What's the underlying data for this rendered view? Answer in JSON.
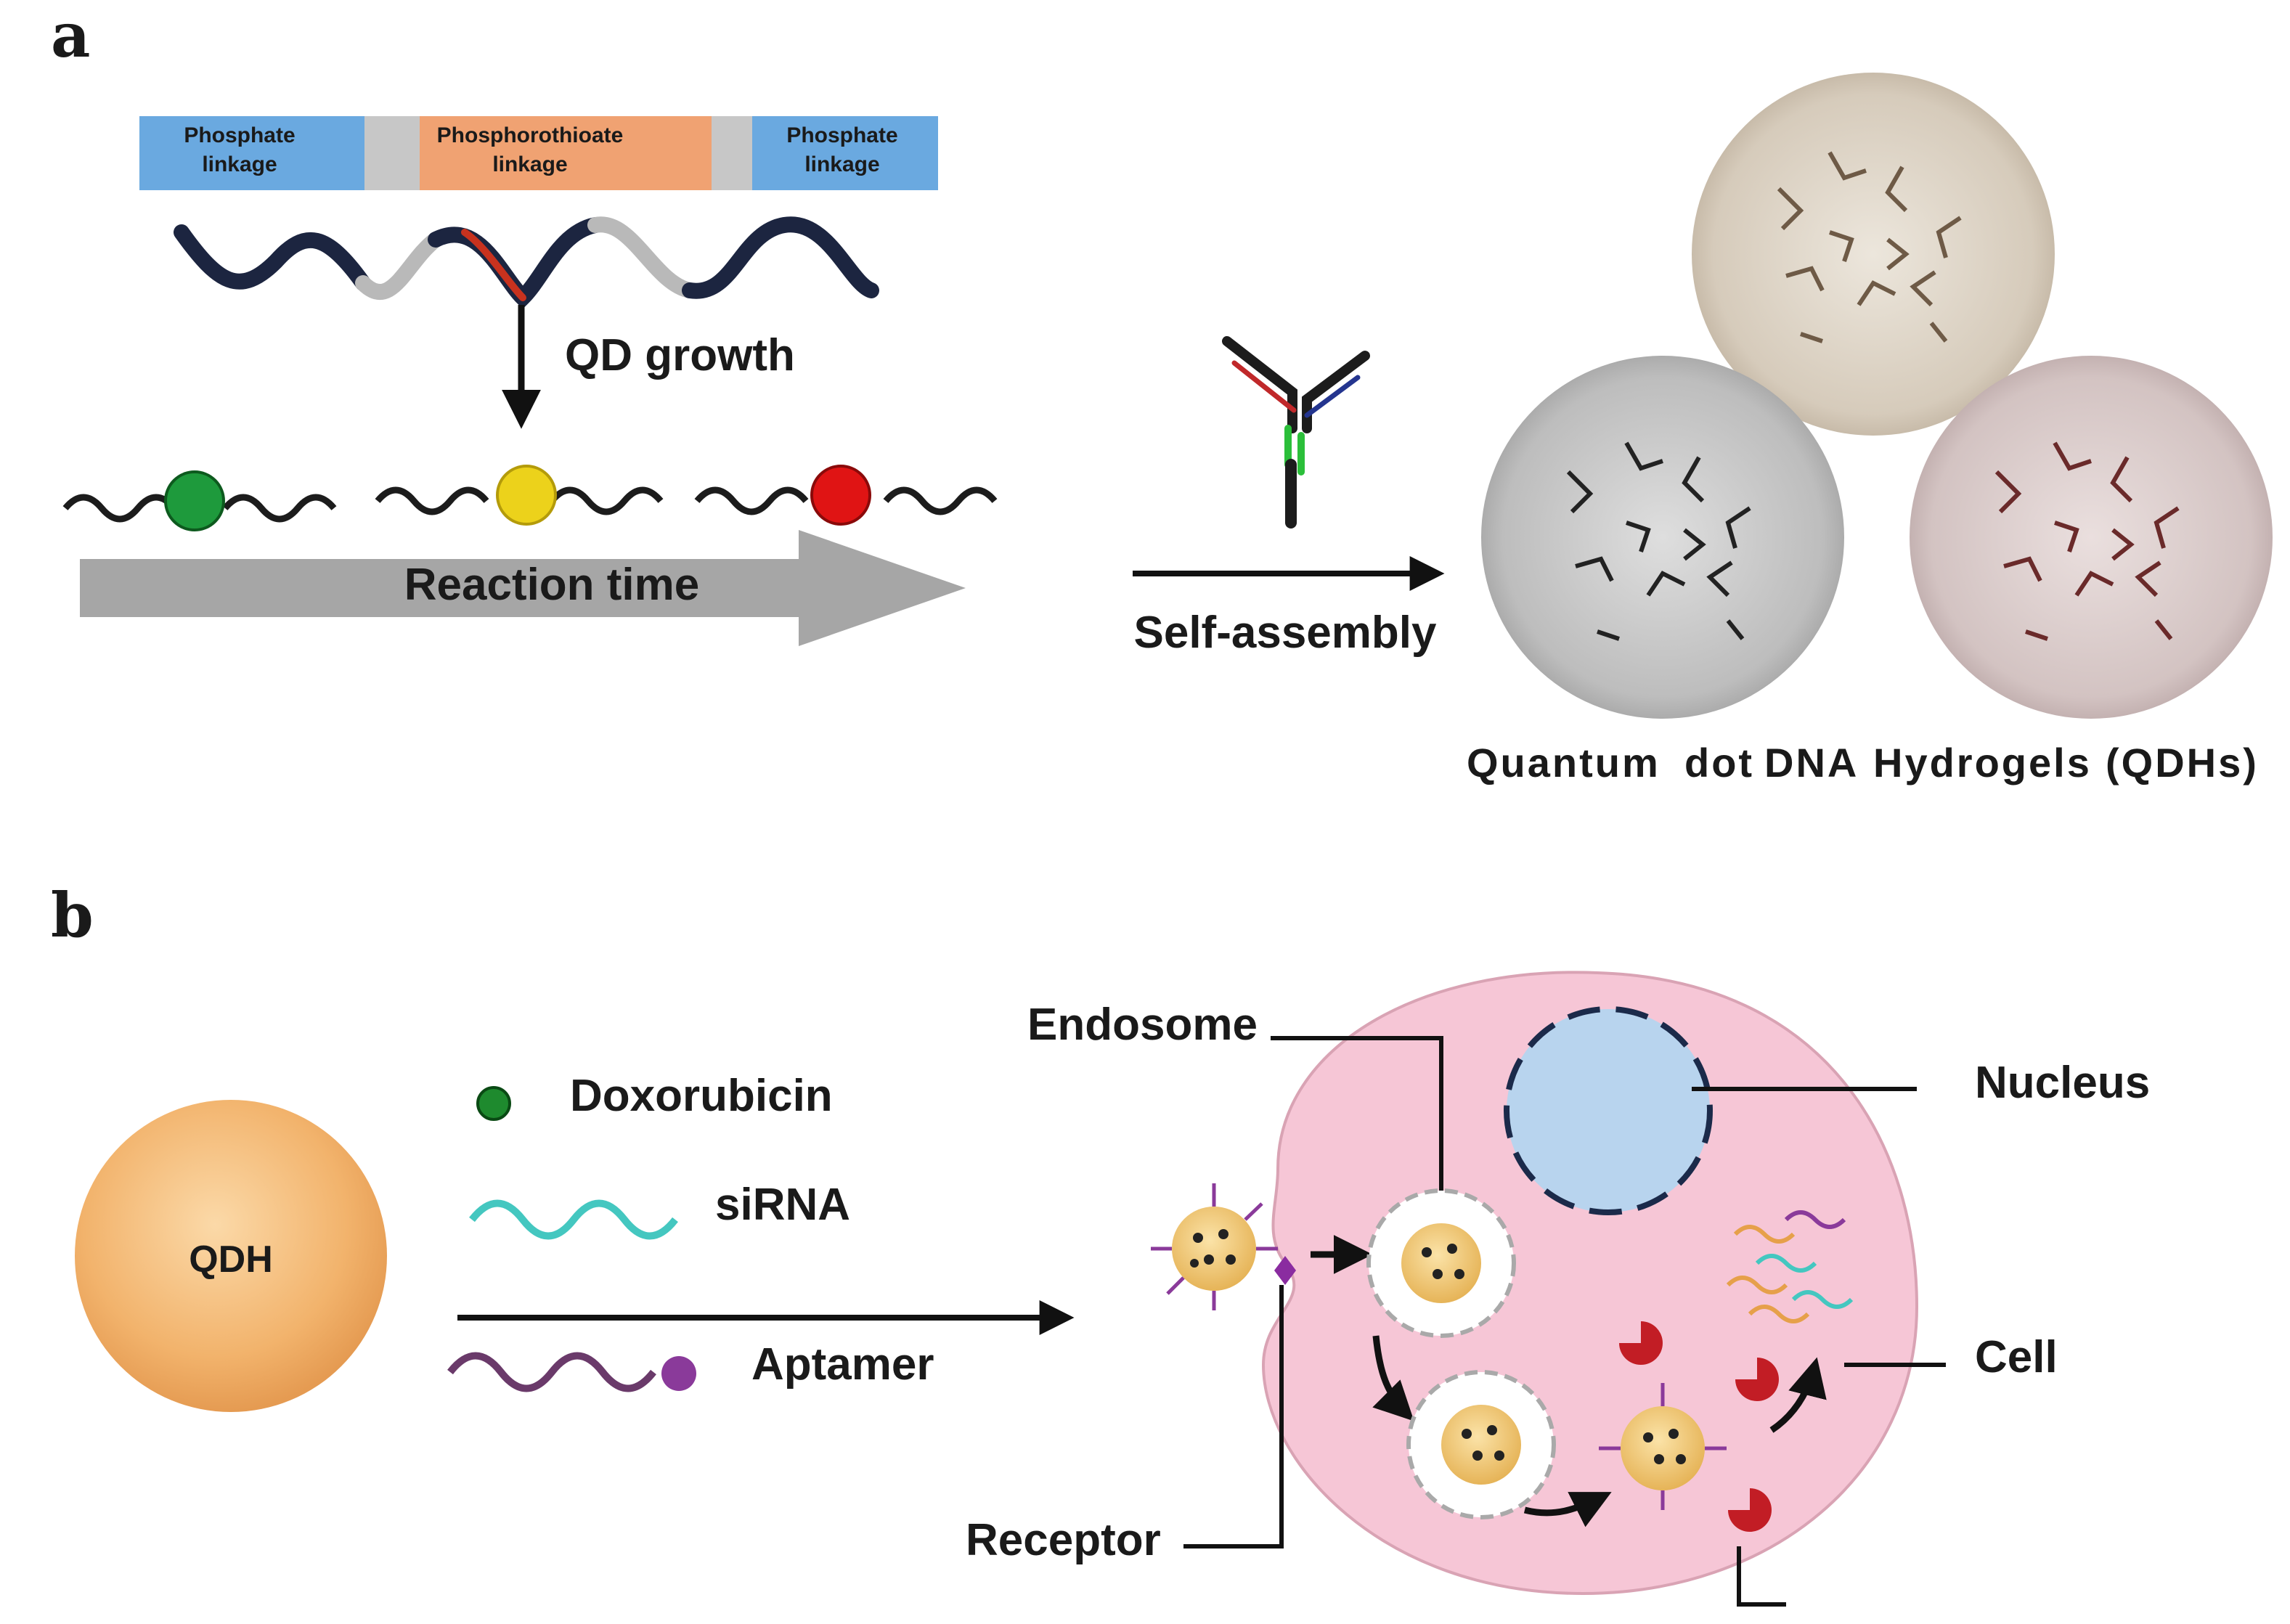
{
  "panels": {
    "a": "a",
    "b": "b"
  },
  "panel_a": {
    "linkage_bar": [
      {
        "text": "Phosphate\nlinkage",
        "color": "#6aa9e0"
      },
      {
        "text": "Phosphorothioate\nlinkage",
        "color": "#f0a272"
      },
      {
        "text": "Phosphate\nlinkage",
        "color": "#6aa9e0"
      }
    ],
    "qd_growth_label": "QD growth",
    "reaction_time_label": "Reaction time",
    "qd_colors": [
      "#1e9a3c",
      "#ecd21b",
      "#e01414"
    ],
    "self_assembly_label": "Self-assembly",
    "hydrogel_caption": [
      "Quantum",
      "dot",
      "DNA",
      "Hydrogels",
      "(QDHs)"
    ]
  },
  "panel_b": {
    "qdh_label": "QDH",
    "legend": {
      "doxorubicin": "Doxorubicin",
      "sirna": "siRNA",
      "aptamer": "Aptamer"
    },
    "callouts": {
      "endosome": "Endosome",
      "nucleus": "Nucleus",
      "cell": "Cell",
      "receptor": "Receptor"
    },
    "colors": {
      "cell": "#f6c6d6",
      "nucleus": "#b8d4ee",
      "qdh": "#f2b36c",
      "doxorubicin": "#1e8a2e",
      "sirna": "#44c7c0",
      "aptamer": "#8a3a9a",
      "lysosome": "#c21d25"
    }
  }
}
